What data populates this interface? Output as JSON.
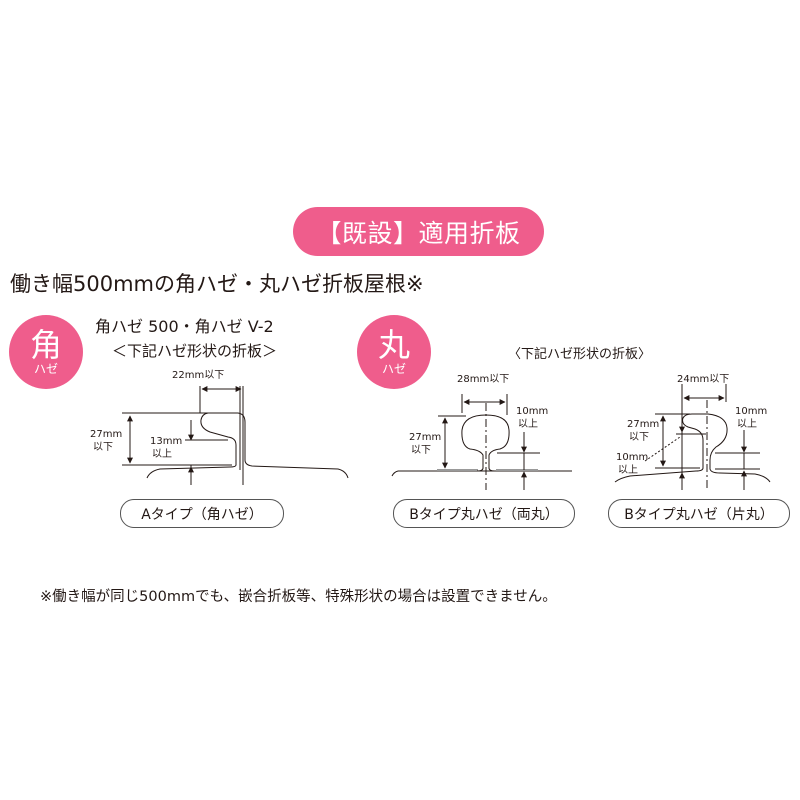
{
  "title": "【既設】適用折板",
  "heading": "働き幅500mmの角ハゼ・丸ハゼ折板屋根※",
  "kaku": {
    "badge_big": "角",
    "badge_small": "ハゼ",
    "models": "角ハゼ 500・角ハゼ V-2",
    "note": "＜下記ハゼ形状の折板＞",
    "diagram": {
      "width_label": "22mm以下",
      "height_label_1": "27mm",
      "height_label_2": "以下",
      "min_label_1": "13mm",
      "min_label_2": "以上"
    },
    "type_label": "Aタイプ（角ハゼ）"
  },
  "maru": {
    "badge_big": "丸",
    "badge_small": "ハゼ",
    "note": "〈下記ハゼ形状の折板〉",
    "ryomaru": {
      "width_label": "28mm以下",
      "height_label_1": "27mm",
      "height_label_2": "以下",
      "min_label_1": "10mm",
      "min_label_2": "以上",
      "type_label": "Bタイプ丸ハゼ（両丸）"
    },
    "katamaru": {
      "width_label": "24mm以下",
      "height_label_1": "27mm",
      "height_label_2": "以下",
      "left_min_label_1": "10mm",
      "left_min_label_2": "以上",
      "min_label_1": "10mm",
      "min_label_2": "以上",
      "type_label": "Bタイプ丸ハゼ（片丸）"
    }
  },
  "footnote": "※働き幅が同じ500mmでも、嵌合折板等、特殊形状の場合は設置できません。",
  "colors": {
    "accent": "#ef5d8c",
    "text": "#231815"
  }
}
